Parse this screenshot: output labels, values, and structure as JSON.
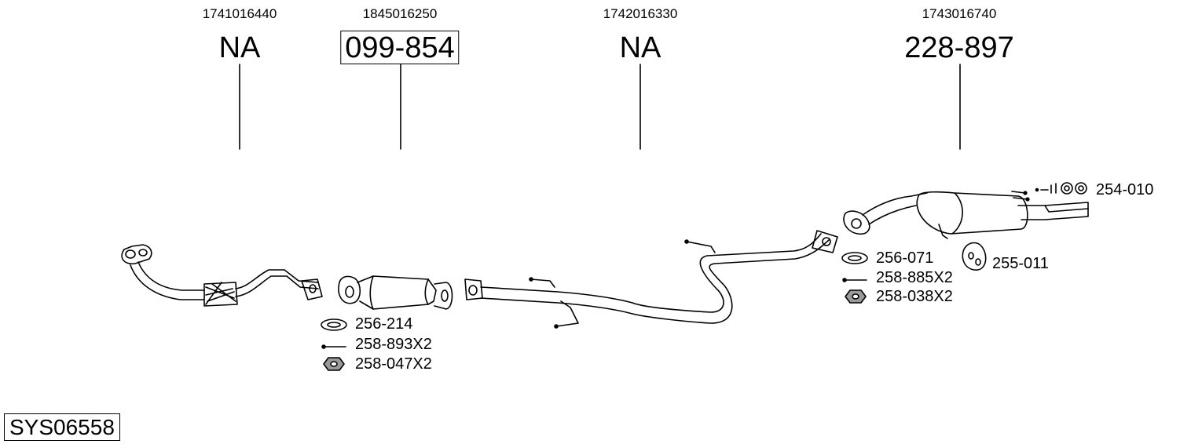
{
  "parts": [
    {
      "oem": "1741016440",
      "pn": "NA"
    },
    {
      "oem": "1845016250",
      "pn": "099-854"
    },
    {
      "oem": "1742016330",
      "pn": "NA"
    },
    {
      "oem": "1743016740",
      "pn": "228-897"
    }
  ],
  "hardware": {
    "front_gasket": "256-214",
    "front_bolt": "258-893X2",
    "front_nut": "258-047X2",
    "rear_gasket": "256-071",
    "rear_bolt": "258-885X2",
    "rear_nut": "258-038X2",
    "rear_clamp": "255-011",
    "tail_mount": "254-010"
  },
  "system_code": "SYS06558"
}
